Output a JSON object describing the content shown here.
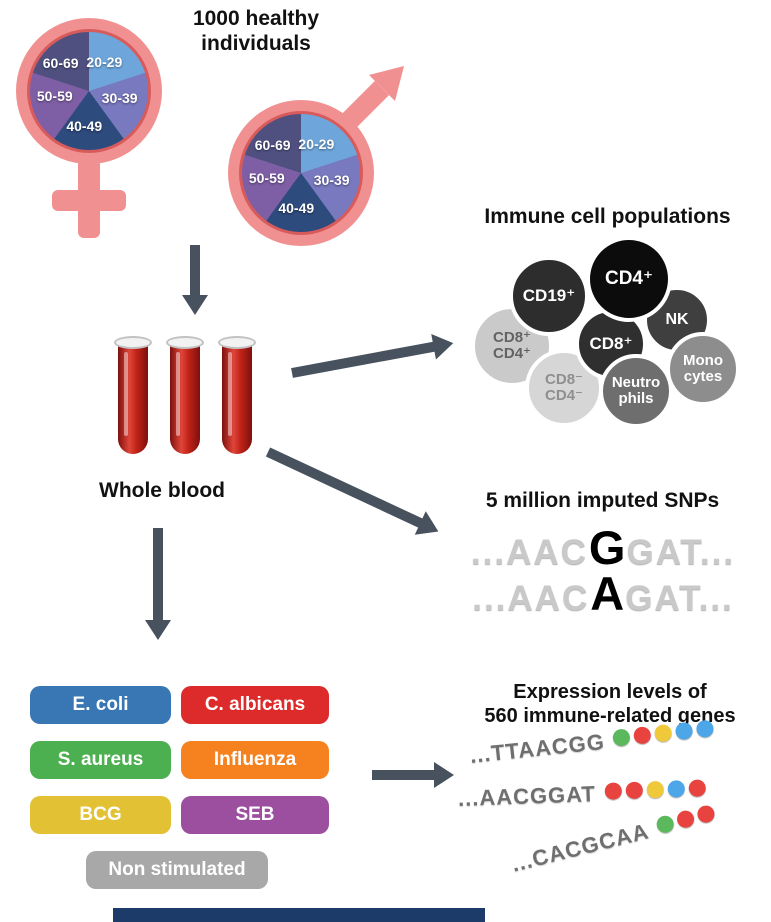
{
  "header": {
    "title": "1000 healthy\nindividuals"
  },
  "age_groups": [
    "20-29",
    "30-39",
    "40-49",
    "50-59",
    "60-69"
  ],
  "age_pie_colors": [
    "#6EA6DB",
    "#7879BE",
    "#2E4B7E",
    "#7E5FA5",
    "#4F5080"
  ],
  "whole_blood_label": "Whole blood",
  "immune": {
    "title": "Immune cell populations",
    "cells": [
      {
        "label": "CD19⁺",
        "color": "#2d2d2d",
        "text": "#ffffff"
      },
      {
        "label": "CD4⁺",
        "color": "#0c0c0c",
        "text": "#ffffff"
      },
      {
        "label": "NK",
        "color": "#3f3f3f",
        "text": "#ffffff"
      },
      {
        "label": "CD8⁺",
        "color": "#2f2f2f",
        "text": "#ffffff"
      },
      {
        "label": "CD8⁺\nCD4⁺",
        "color": "#cacaca",
        "text": "#636363"
      },
      {
        "label": "CD8⁻\nCD4⁻",
        "color": "#d6d6d6",
        "text": "#8f8f8f"
      },
      {
        "label": "Neutro\nphils",
        "color": "#6e6e6e",
        "text": "#ffffff"
      },
      {
        "label": "Mono\ncytes",
        "color": "#8d8d8d",
        "text": "#ffffff"
      }
    ]
  },
  "snps": {
    "title": "5 million imputed SNPs",
    "sequences": [
      {
        "prefix": "...AAC",
        "variant": "G",
        "suffix": "GAT..."
      },
      {
        "prefix": "...AAC",
        "variant": "A",
        "suffix": "GAT..."
      }
    ]
  },
  "stimuli": [
    {
      "label": "E. coli",
      "color": "#3877B3"
    },
    {
      "label": "C. albicans",
      "color": "#DD2A2A"
    },
    {
      "label": "S. aureus",
      "color": "#4CAF50"
    },
    {
      "label": "Influenza",
      "color": "#F5821F"
    },
    {
      "label": "BCG",
      "color": "#E2C135"
    },
    {
      "label": "SEB",
      "color": "#9C4F9E"
    },
    {
      "label": "Non stimulated",
      "color": "#A8A8A8"
    }
  ],
  "expression": {
    "title": "Expression levels of\n560 immune-related genes",
    "rows": [
      {
        "sequence": "...TTAACGG",
        "dots": [
          "#5CB85C",
          "#E8433F",
          "#F0C93B",
          "#4DA6E8",
          "#4DA6E8"
        ]
      },
      {
        "sequence": "...AACGGAT",
        "dots": [
          "#E8433F",
          "#E8433F",
          "#F0C93B",
          "#4DA6E8",
          "#E8433F"
        ]
      },
      {
        "sequence": "...CACGCAA",
        "dots": [
          "#5CB85C",
          "#E8433F",
          "#E8433F"
        ]
      }
    ]
  },
  "colors": {
    "pink": "#F09090",
    "arrow": "#47525E",
    "blood": "#C22117",
    "bottom_bar": "#1C3B69"
  }
}
